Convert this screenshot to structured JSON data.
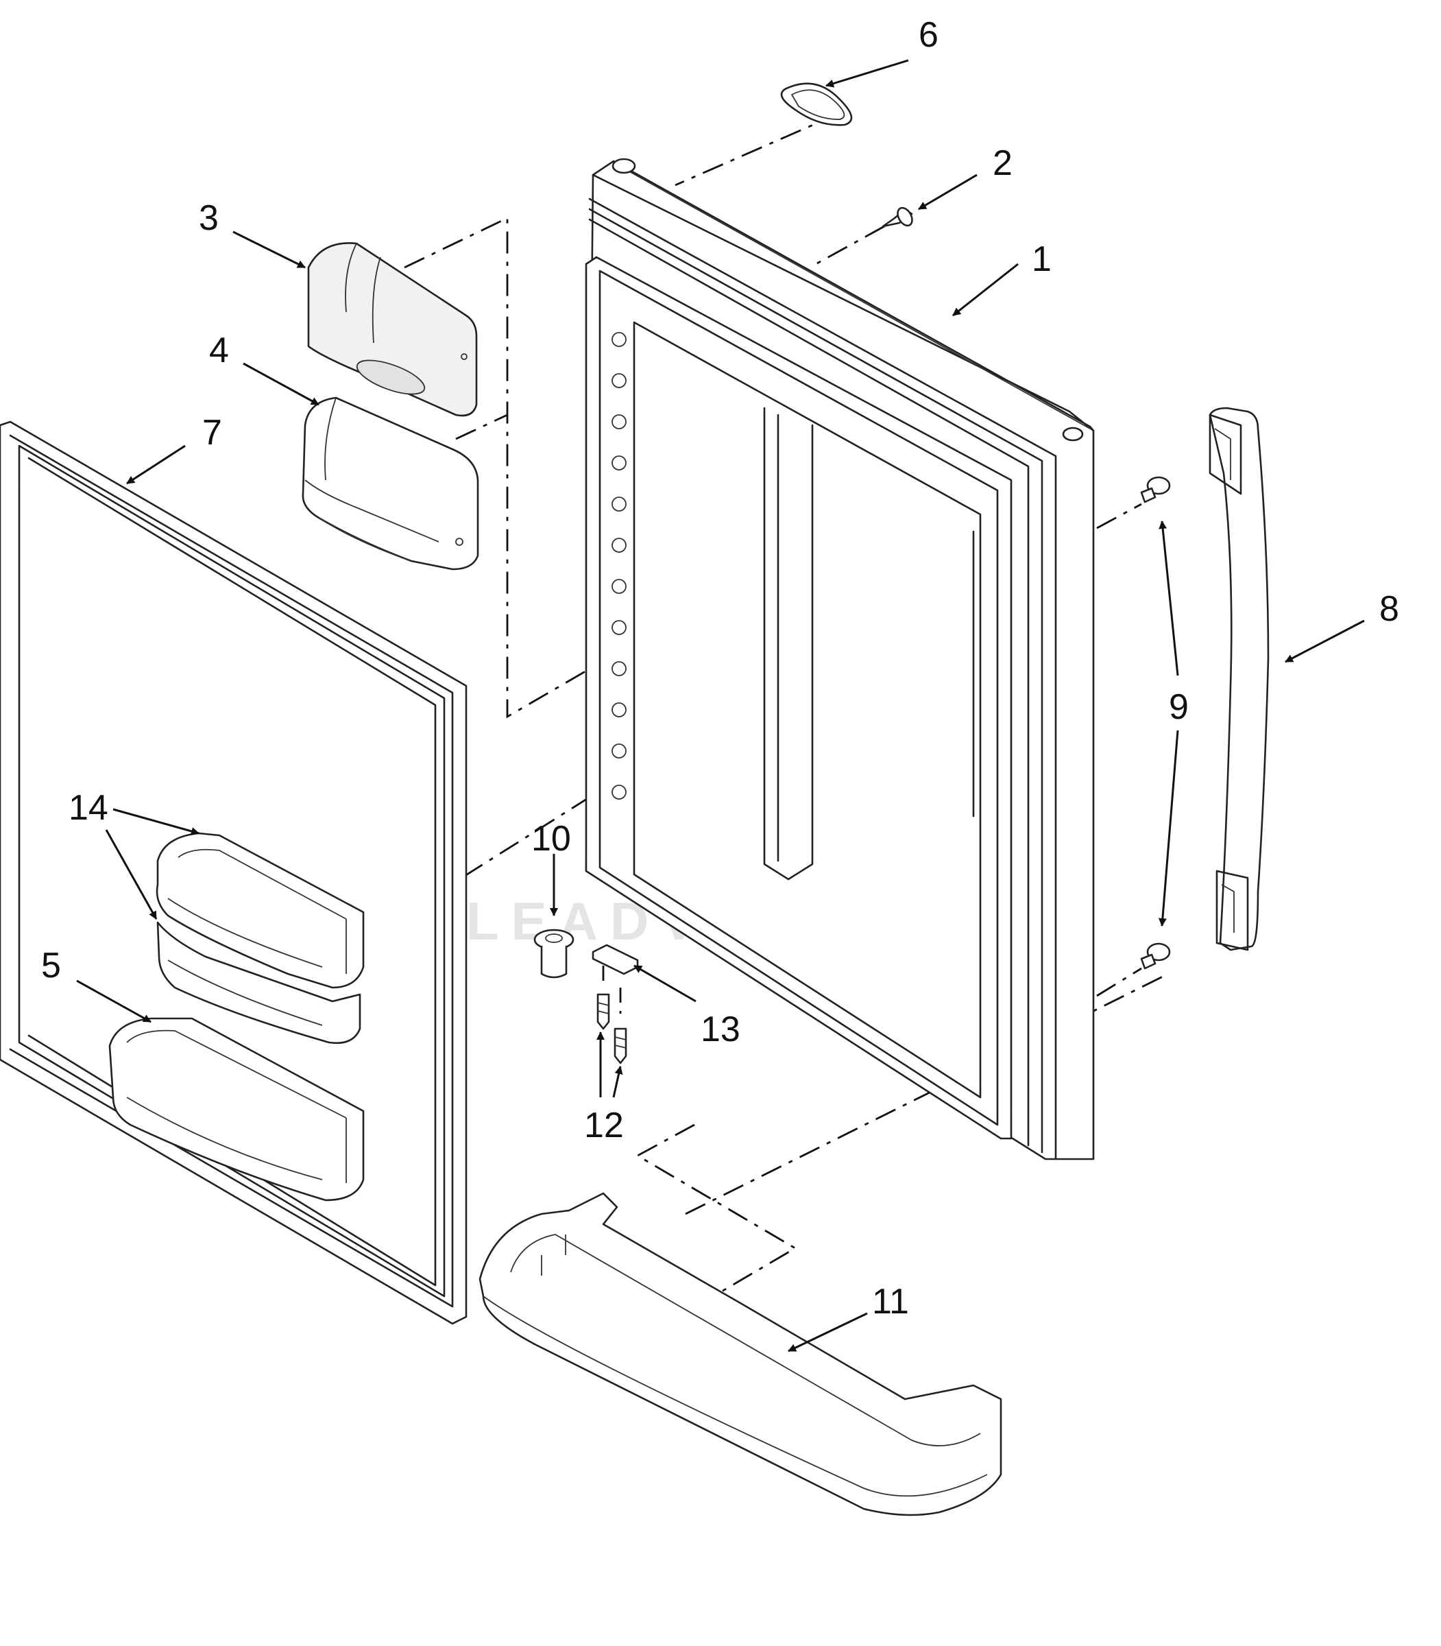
{
  "diagram": {
    "callouts": [
      "1",
      "2",
      "3",
      "4",
      "5",
      "6",
      "7",
      "8",
      "9",
      "10",
      "11",
      "12",
      "13",
      "14"
    ]
  },
  "watermark": {
    "text": "LEADVENTURE"
  },
  "colors": {
    "line": "#222222",
    "background": "#ffffff",
    "watermark": "#cfcfcf"
  }
}
